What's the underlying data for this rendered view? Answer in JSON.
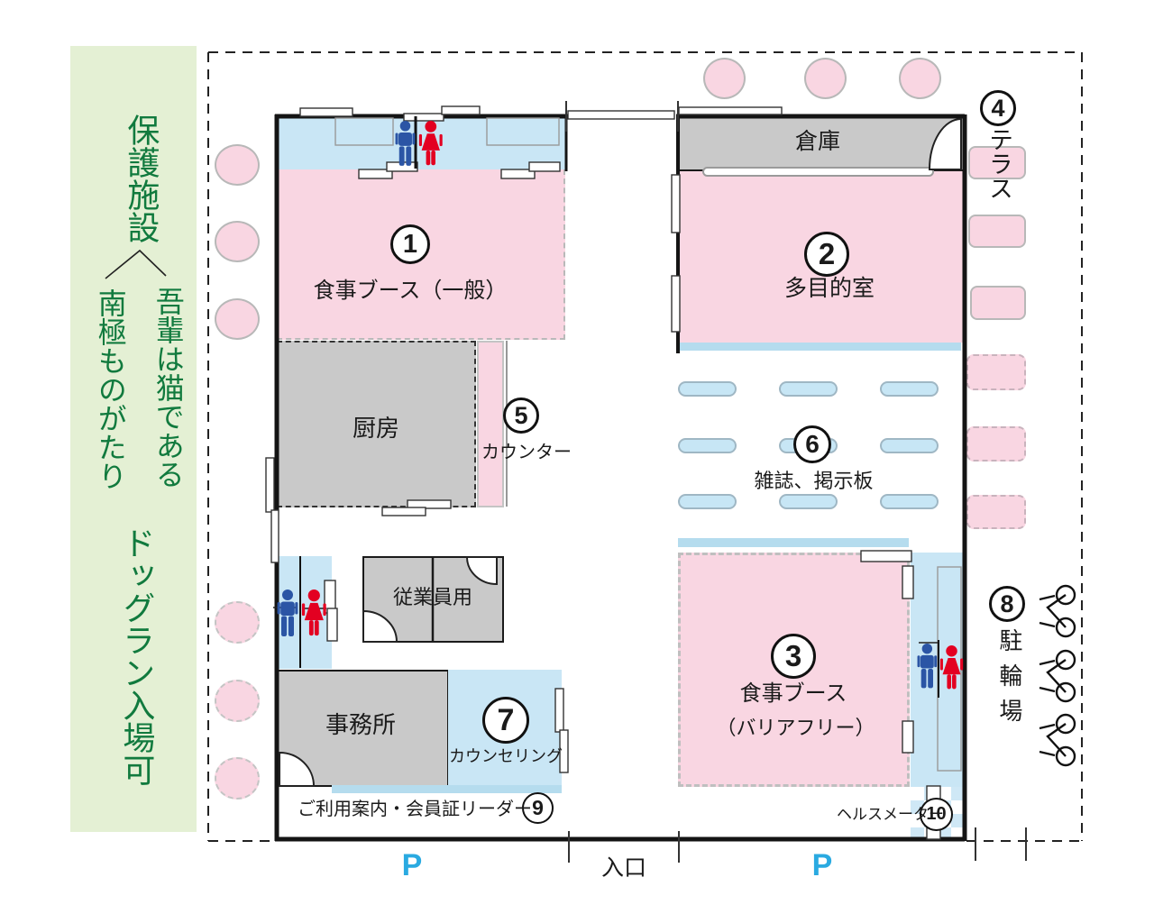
{
  "banner": {
    "facility": "保護施設",
    "book_right": "吾輩は猫である",
    "book_left": "南極ものがたり",
    "note": "ドッグラン入場可"
  },
  "plan": {
    "numbers": {
      "n1": "1",
      "n2": "2",
      "n3": "3",
      "n4": "4",
      "n5": "5",
      "n6": "6",
      "n7": "7",
      "n8": "8",
      "n9": "9",
      "n10": "10"
    },
    "labels": {
      "dining_general": "食事ブース（一般）",
      "multipurpose": "多目的室",
      "storage": "倉庫",
      "kitchen": "厨房",
      "counter": "カウンター",
      "magazines": "雑誌、掲示板",
      "dining_barrier_free_1": "食事ブース",
      "dining_barrier_free_2": "（バリアフリー）",
      "staff_room": "従業員用",
      "office": "事務所",
      "counseling": "カウンセリング",
      "terrace": "テラス",
      "bicycle_parking": "駐輪場",
      "info_reader": "ご利用案内・会員証リーダー",
      "health_meter": "ヘルスメーター"
    },
    "bottom": {
      "parking_left": "P",
      "entrance": "入口",
      "parking_right": "P"
    },
    "icons": {
      "male": "male-restroom-figure",
      "female": "female-restroom-figure",
      "bicycle": "bicycle-outline"
    },
    "colors": {
      "room_pink": "#f9d6e2",
      "room_blue": "#c9e6f5",
      "strip_blue": "#b5dcee",
      "room_gray": "#c9c9c9",
      "banner_green_bg": "#e4f0d4",
      "banner_green_text": "#117a3e",
      "parking_blue": "#2aaae1",
      "male_blue": "#2b55a5",
      "female_red": "#e30021"
    }
  }
}
